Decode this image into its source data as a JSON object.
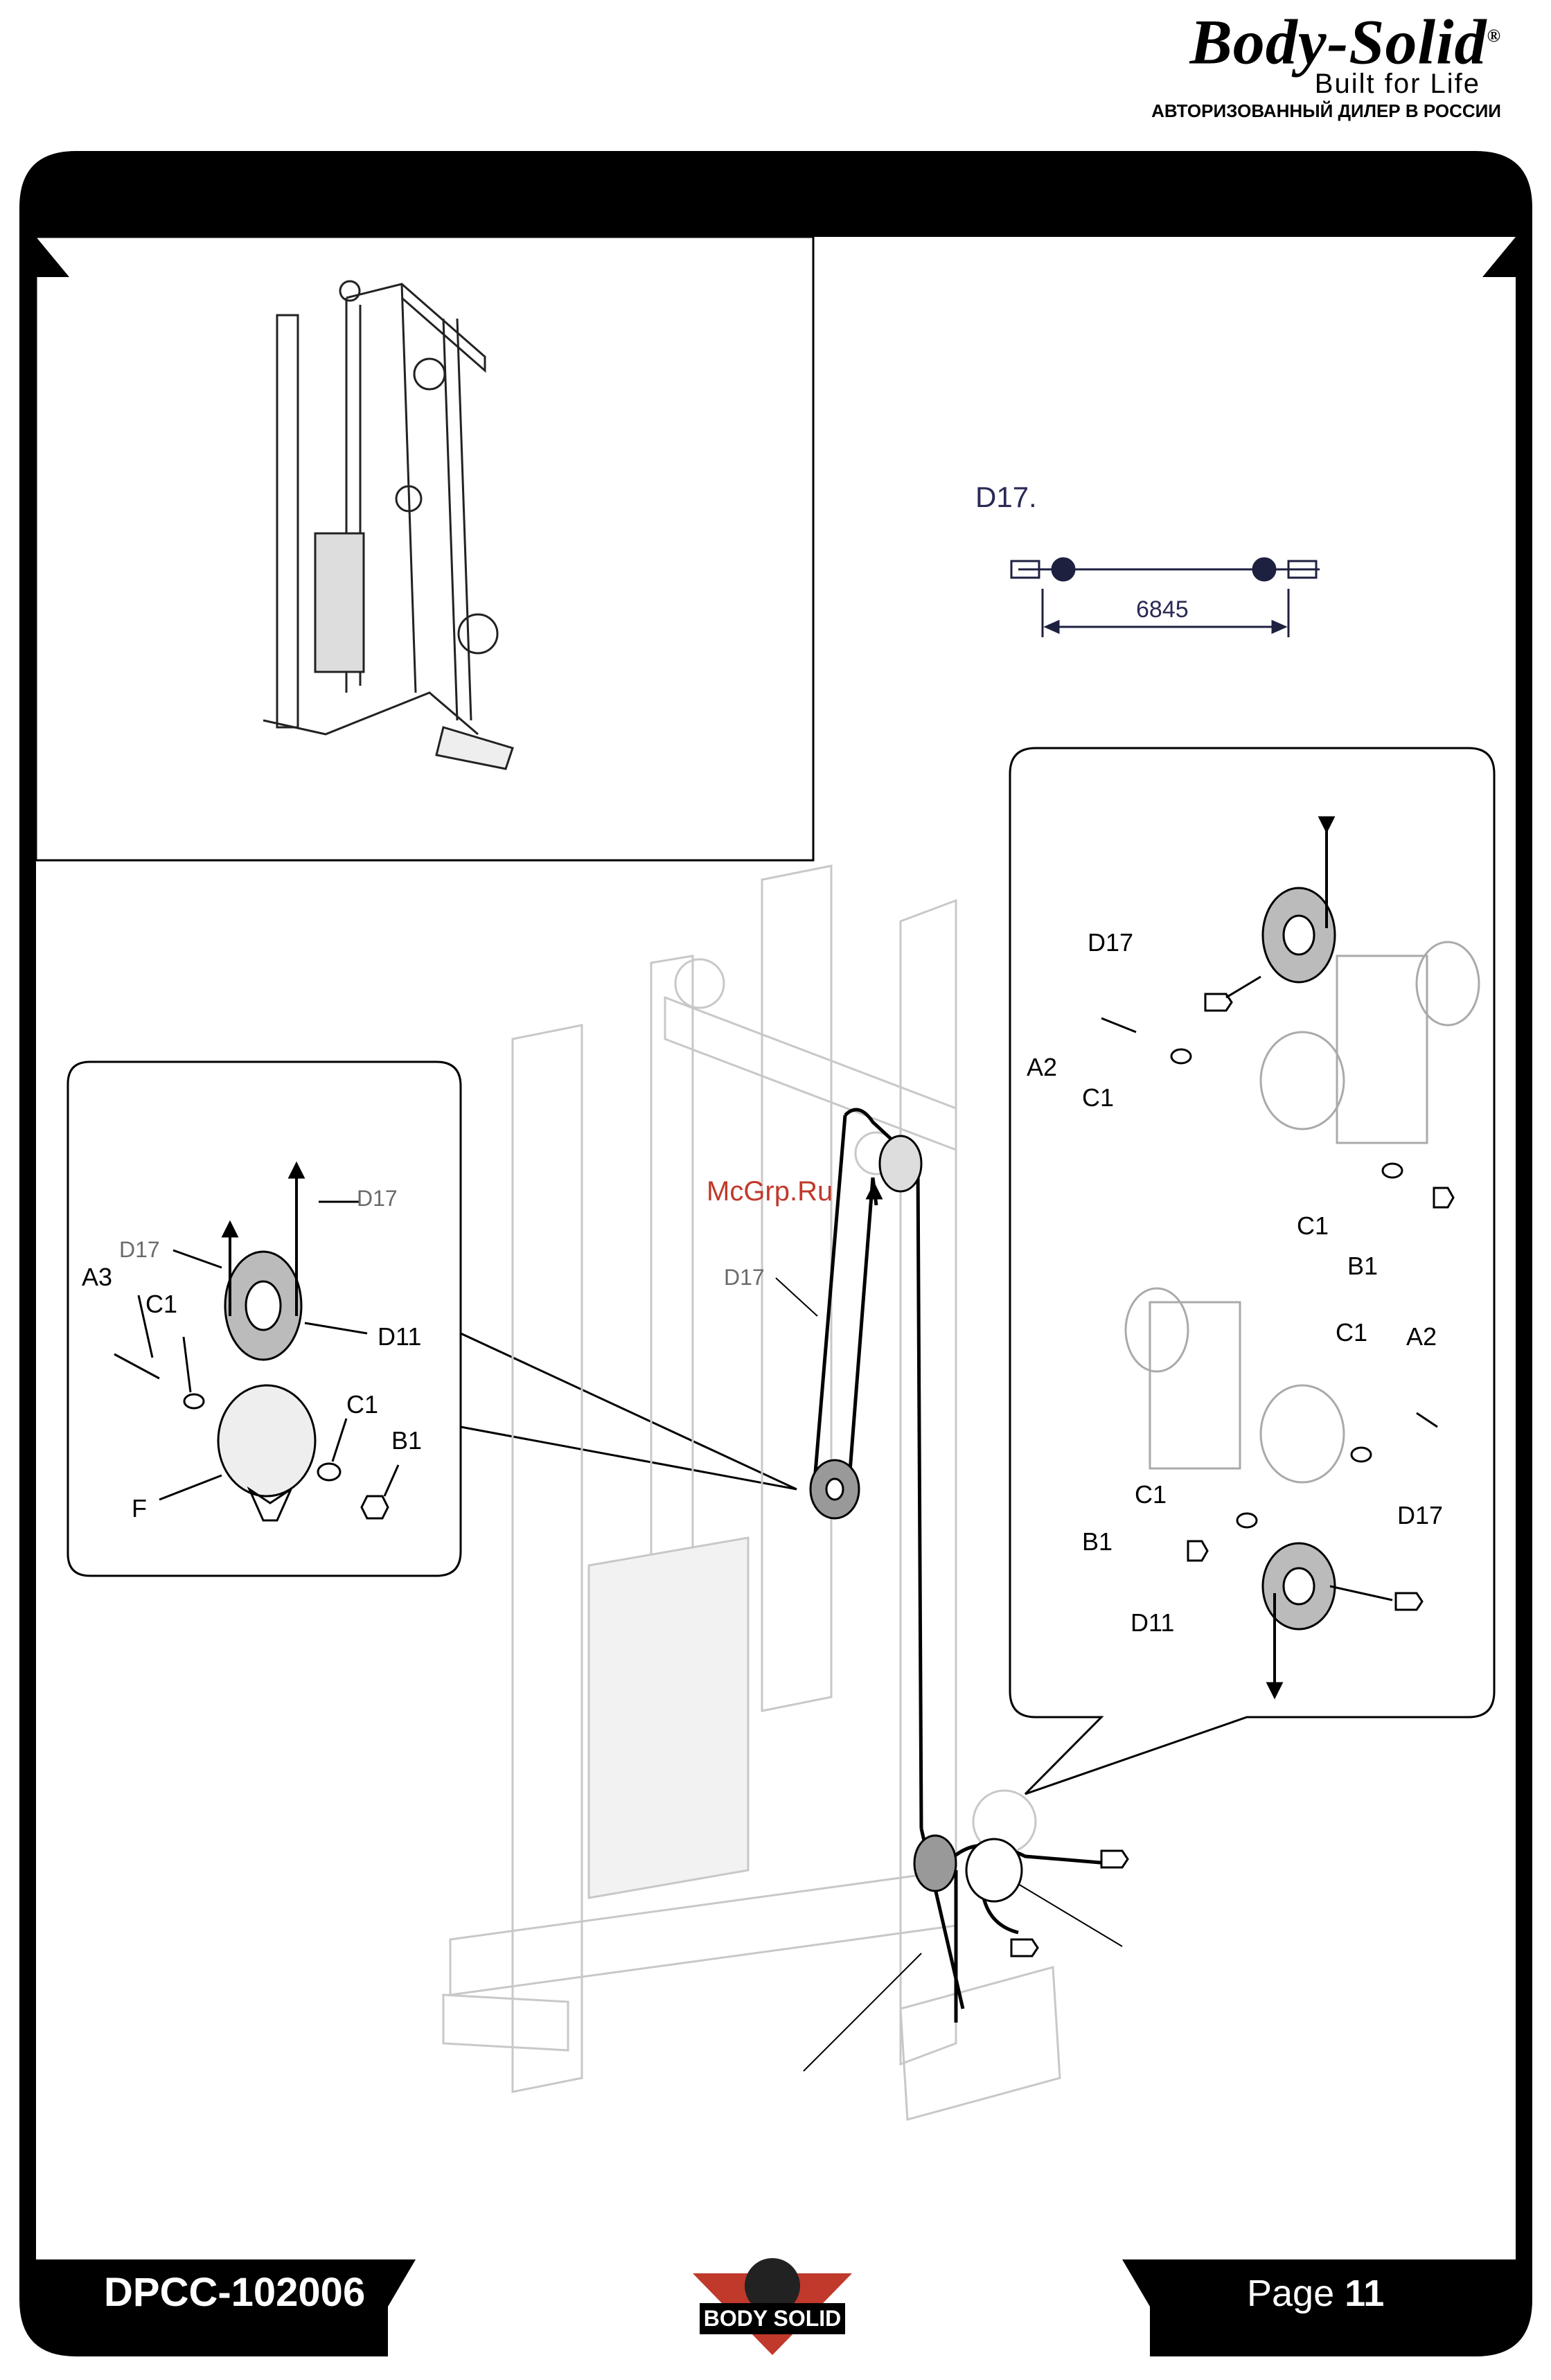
{
  "brand": {
    "logo_text": "Body-Solid",
    "registered": "®",
    "tagline": "Built for Life",
    "dealer": "АВТОРИЗОВАННЫЙ ДИЛЕР В РОССИИ"
  },
  "cable_spec": {
    "part": "D17.",
    "length": "6845"
  },
  "labels": {
    "left_callout": [
      "D17",
      "D17",
      "A3",
      "C1",
      "D11",
      "C1",
      "F",
      "B1"
    ],
    "center": [
      "D17"
    ],
    "right_callout": [
      "D17",
      "A2",
      "C1",
      "C1",
      "B1",
      "C1",
      "A2",
      "C1",
      "D17",
      "B1",
      "D11"
    ]
  },
  "watermark": "McGrp.Ru",
  "footer": {
    "doc_code": "DPCC-102006",
    "page_label": "Page",
    "page_number": "11",
    "center_logo": "BODY SOLID"
  }
}
